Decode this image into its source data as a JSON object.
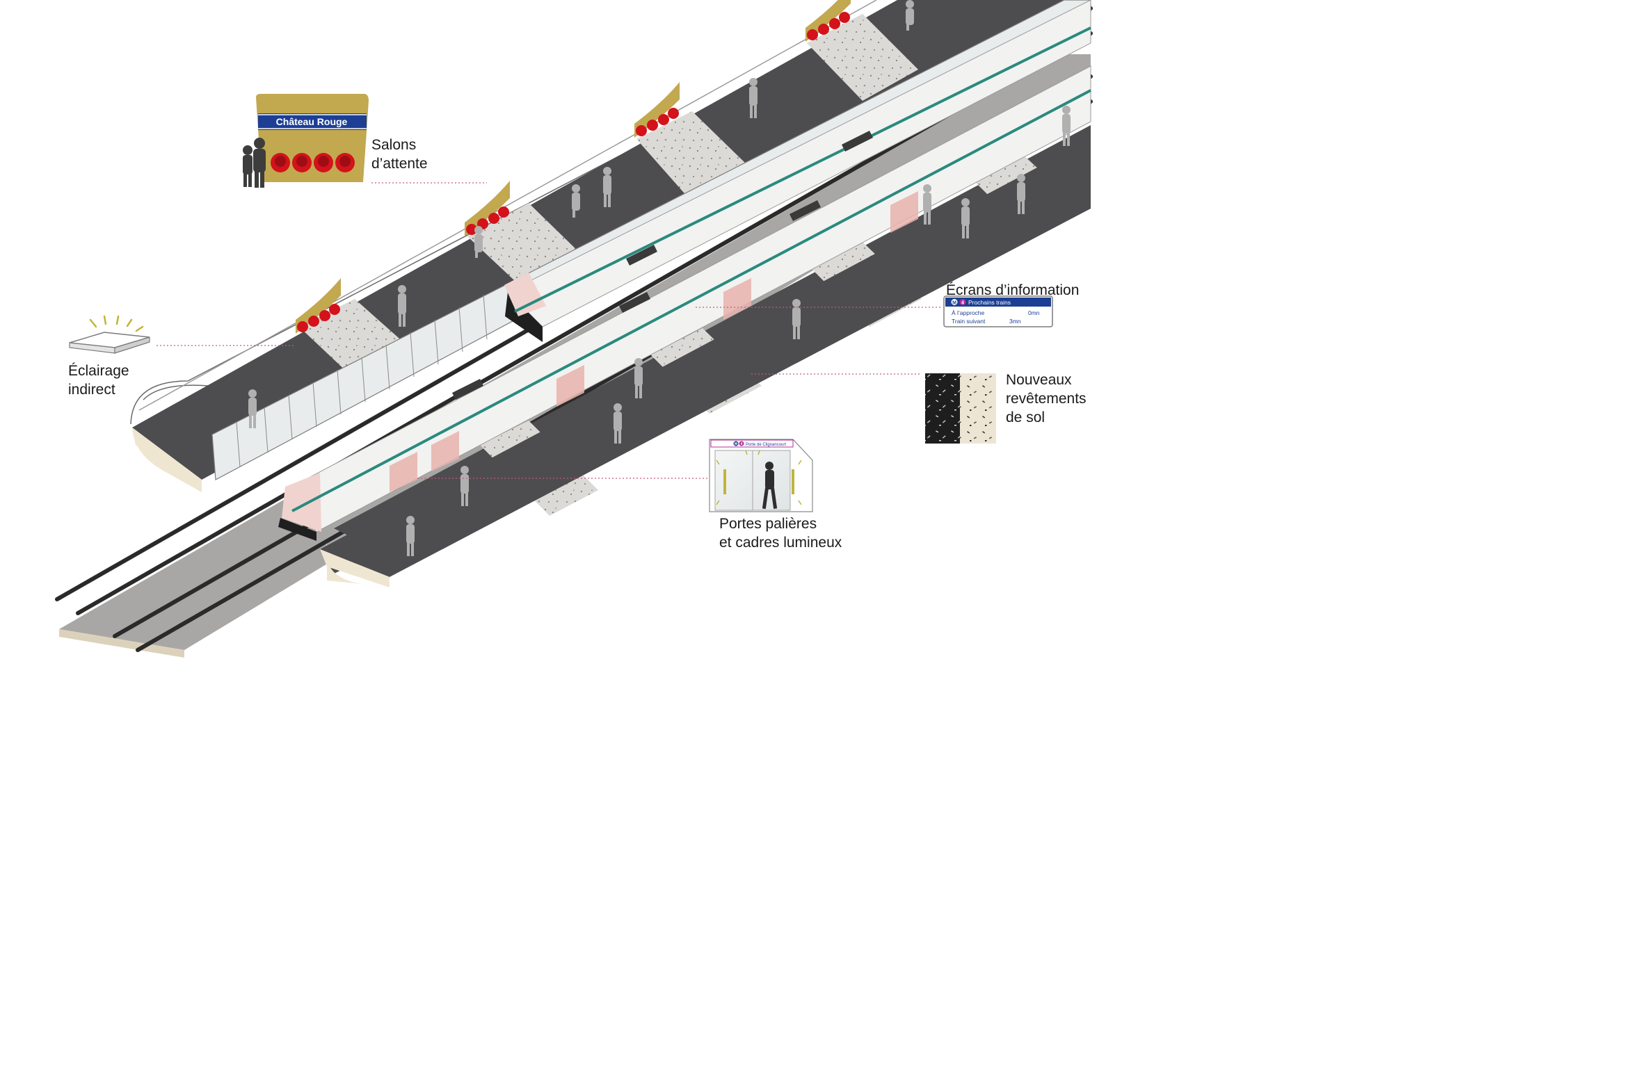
{
  "station_sign": {
    "name": "Château Rouge"
  },
  "callouts": {
    "waiting_lounges": [
      "Salons",
      "d’attente"
    ],
    "indirect_lighting": [
      "Éclairage",
      "indirect"
    ],
    "info_screens_title": "Écrans d’information",
    "new_floor_coverings": [
      "Nouveaux",
      "revêtements",
      "de sol"
    ],
    "platform_doors": [
      "Portes palières",
      "et cadres lumineux"
    ]
  },
  "info_screen": {
    "line_letter": "M",
    "line_number": "4",
    "header": "Prochains trains",
    "rows": [
      {
        "label": "À l’approche",
        "time": "0mn"
      },
      {
        "label": "Train suivant",
        "time": "3mn"
      }
    ]
  },
  "door_sign": {
    "line_letter": "M",
    "line_number": "4",
    "destination": "Porte de Clignancourt"
  },
  "colors": {
    "gold": "#c2a84f",
    "sign_blue": "#1c3f94",
    "seat_red": "#d3121b",
    "platform_dark": "#4d4d50",
    "terrazzo": "#d9d7d3",
    "train_white": "#f2f2f0",
    "train_teal": "#2a8a7e",
    "interior_pink": "#e8b3ad",
    "line4_magenta": "#b0329b",
    "tunnel_cream": "#efe6d2",
    "leader_line": "#c45a7a"
  }
}
